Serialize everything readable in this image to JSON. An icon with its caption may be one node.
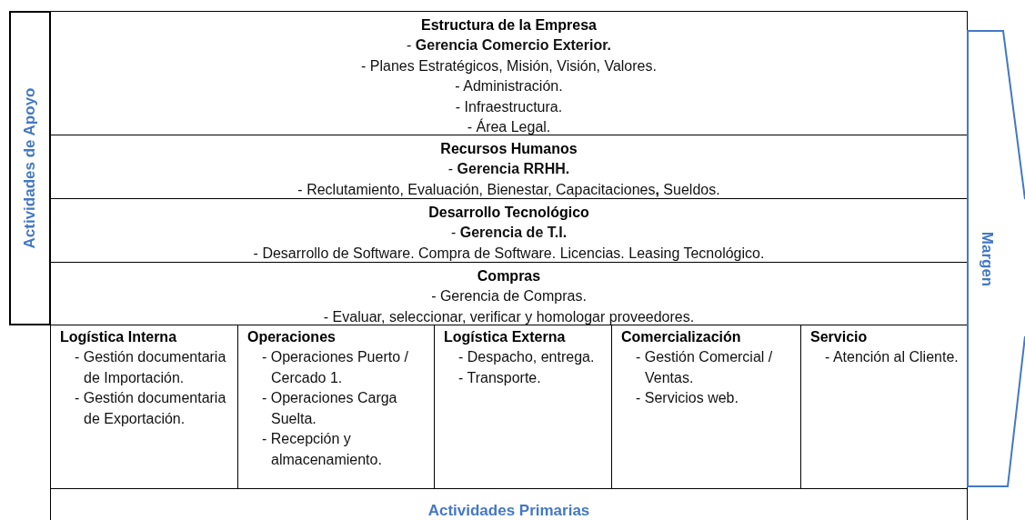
{
  "diagram": {
    "nodes": [
      {
        "text": [
          "Actividades de Apoyo"
        ]
      },
      {
        "text": [
          "Estructura de la Empresa",
          "- **Gerencia Comercio Exterior.**",
          "- Planes Estratégicos, Misión, Visión, Valores.",
          "- Administración.",
          "- Infraestructura.",
          "- Área Legal."
        ]
      },
      {
        "text": [
          "Recursos Humanos",
          "- **Gerencia RRHH.**",
          "- Reclutamiento, Evaluación, Bienestar, Capacitaciones**,** Sueldos."
        ]
      },
      {
        "text": [
          "Desarrollo Tecnológico",
          "- **Gerencia de T.I.**",
          "- Desarrollo de Software. Compra de Software. Licencias. Leasing Tecnológico."
        ]
      },
      {
        "text": [
          "Compras",
          "- Gerencia de Compras.",
          "- Evaluar, seleccionar, verificar y homologar proveedores."
        ]
      },
      {
        "text": [
          "Logística Interna",
          "- Gestión documentaria de Importación.",
          "- Gestión documentaria de Exportación."
        ]
      },
      {
        "text": [
          "Operaciones",
          "- Operaciones Puerto / Cercado 1.",
          "- Operaciones Carga Suelta.",
          "- Recepción y almacenamiento."
        ]
      },
      {
        "text": [
          "Logística Externa",
          "- Despacho, entrega.",
          "- Transporte."
        ]
      },
      {
        "text": [
          "Comercialización",
          "- Gestión Comercial / Ventas.",
          "- Servicios web."
        ]
      },
      {
        "text": [
          "Servicio",
          "- Atención al Cliente."
        ]
      },
      {
        "text": [
          "Actividades Primarias"
        ]
      },
      {
        "text": [
          "Margen"
        ]
      }
    ],
    "edges": []
  }
}
